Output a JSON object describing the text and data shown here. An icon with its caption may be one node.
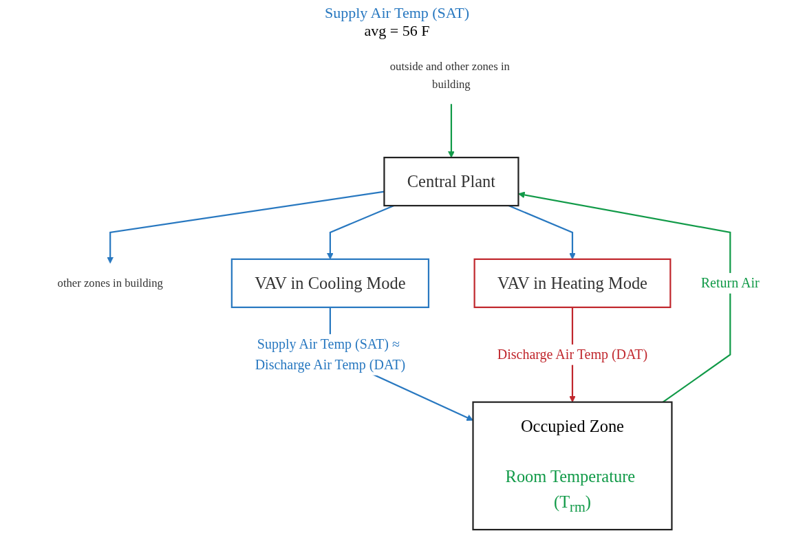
{
  "diagram": {
    "nodes": [
      {
        "text": [
          "outside and other zones in building"
        ]
      },
      {
        "text": [
          "Central Plant"
        ]
      },
      {
        "text": [
          "other zones in building"
        ]
      },
      {
        "text": [
          "VAV in Cooling Mode"
        ]
      },
      {
        "text": [
          "VAV in Heating Mode"
        ]
      },
      {
        "text": [
          "Occupied Zone",
          "Room Temperature (T$_{rm}$)"
        ]
      }
    ],
    "edges": [
      {
        "from": 0,
        "to": 1,
        "arrow": "to",
        "color": "#119a48"
      },
      {
        "from": 5,
        "to": 1,
        "arrow": "to",
        "label": "Return Air",
        "color": "#119a48"
      },
      {
        "from": 1,
        "to": 2,
        "arrow": "to"
      },
      {
        "from": 1,
        "to": 3,
        "arrow": "to"
      },
      {
        "from": 1,
        "to": 4,
        "arrow": "to"
      },
      {
        "from": 3,
        "to": 5,
        "arrow": "to",
        "label": "Supply Air Temp (SAT) ≈ Discharge Air Temp (DAT)"
      },
      {
        "from": 4,
        "to": 5,
        "arrow": "to",
        "label": "Discharge Air Temp (DAT)",
        "color": "#c0272d"
      }
    ],
    "labels": [
      "Supply Air Temp (SAT)",
      "avg = 56 F"
    ]
  }
}
